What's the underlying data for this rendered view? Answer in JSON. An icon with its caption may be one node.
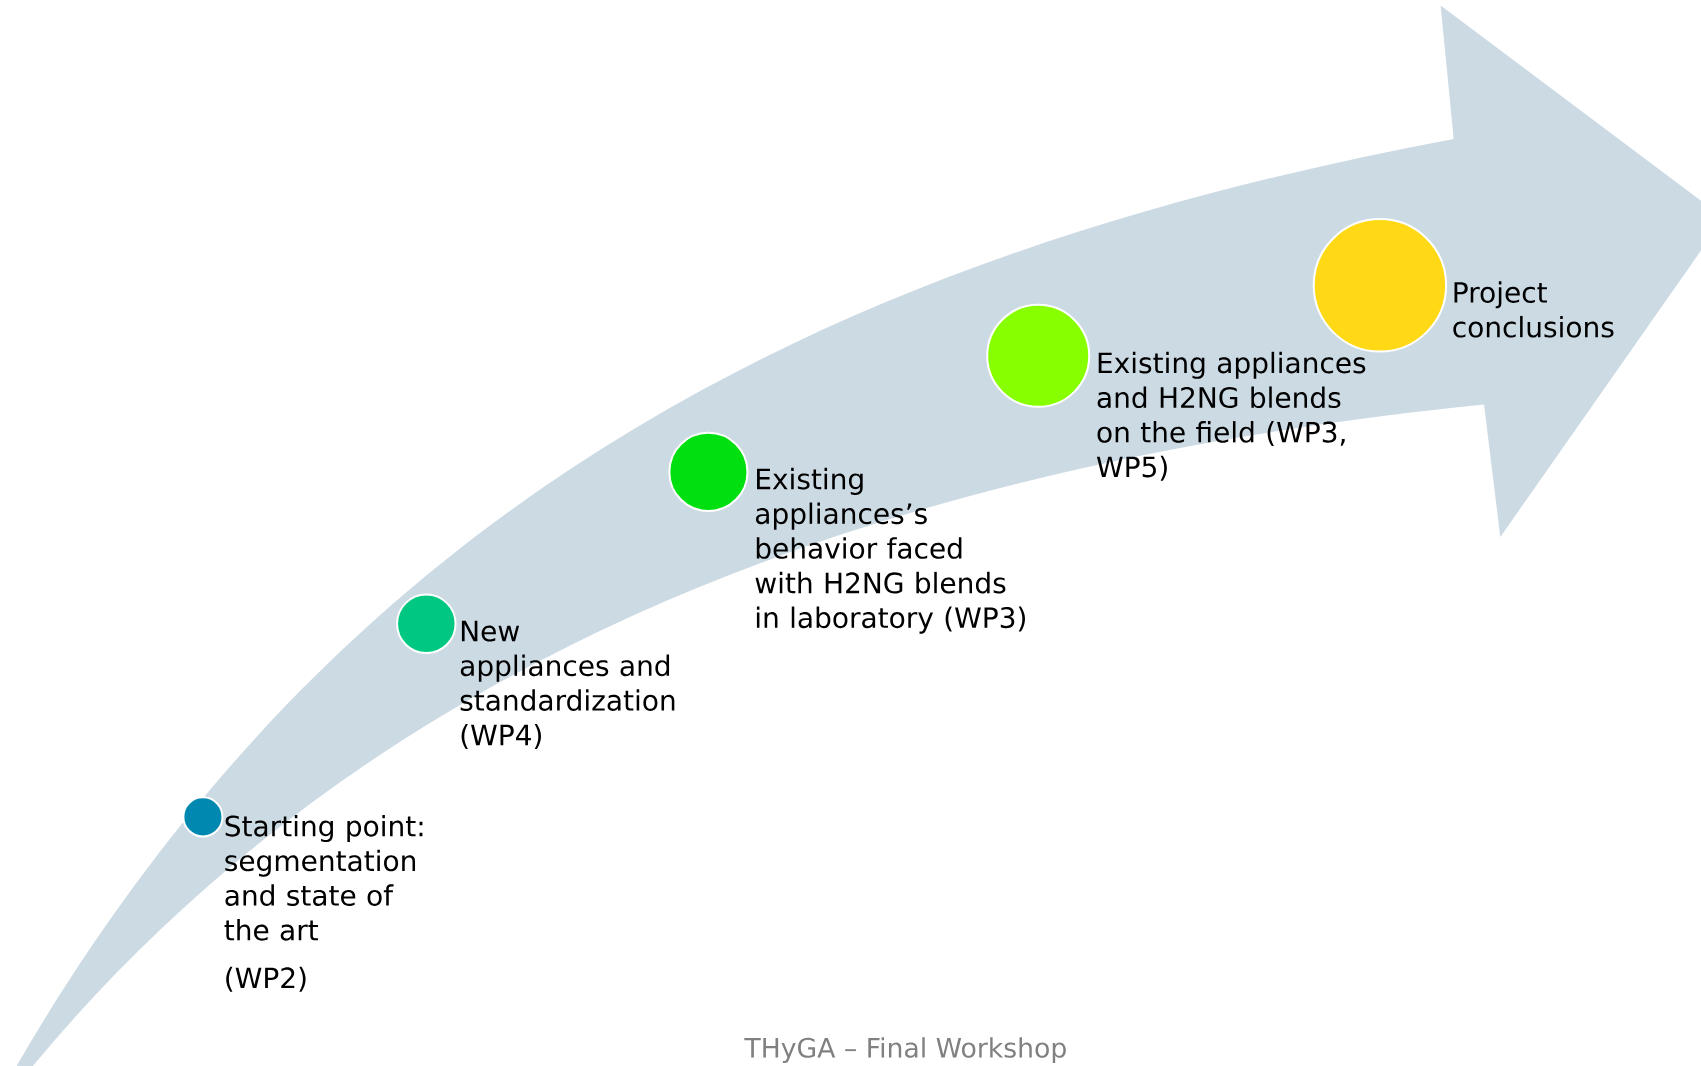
{
  "diagram": {
    "nodes": [
      {
        "text": [],
        "shape": "circle",
        "beside": [
          "Starting point: segmentation and state of the art",
          "(WP2)"
        ]
      },
      {
        "text": [],
        "shape": "circle",
        "beside": [
          "New appliances and standardization (WP4)"
        ]
      },
      {
        "text": [],
        "shape": "circle",
        "beside": [
          "Existing appliances’s behavior faced with H2NG blends in laboratory (WP3)"
        ]
      },
      {
        "text": [],
        "shape": "circle",
        "beside": [
          "Existing appliances and H2NG blends on the field (WP3, WP5)"
        ]
      },
      {
        "text": [],
        "shape": "circle",
        "beside": [
          "Project conclusions"
        ]
      }
    ],
    "edges": [],
    "labels": [
      "THyGA – Final Workshop"
    ]
  }
}
